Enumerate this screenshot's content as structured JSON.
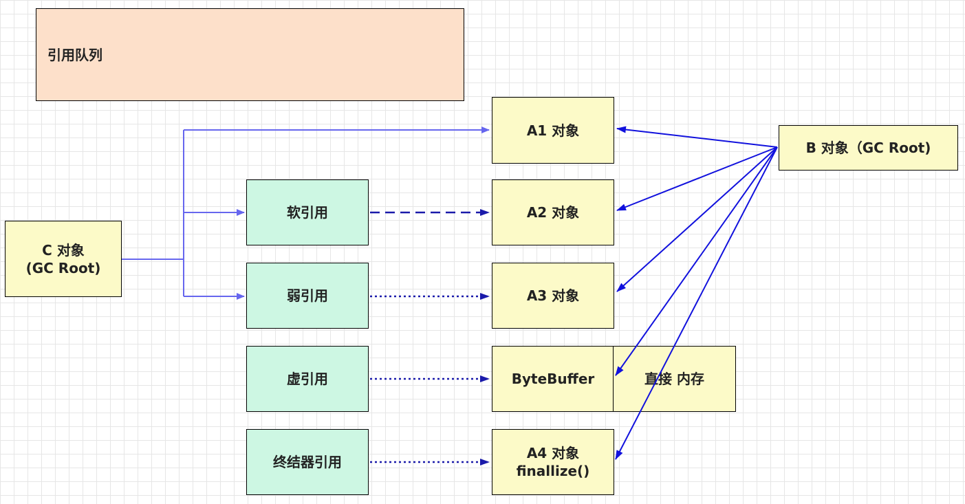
{
  "nodes": {
    "queue": "引用队列",
    "c_obj_line1": "C 对象",
    "c_obj_line2": "(GC Root)",
    "soft_ref": "软引用",
    "weak_ref": "弱引用",
    "phantom_ref": "虚引用",
    "final_ref": "终结器引用",
    "a1": "A1 对象",
    "a2": "A2 对象",
    "a3": "A3 对象",
    "bytebuffer": "ByteBuffer",
    "direct_memory": "直接 内存",
    "a4_line1": "A4 对象",
    "a4_line2": "finallize()",
    "b_obj": "B 对象（GC Root)"
  },
  "colors": {
    "c_edges": "#6666ee",
    "b_edges": "#1111dd",
    "ref_edges": "#1a1aaa",
    "object_fill": "#fcfac8",
    "reference_fill": "#cdf7e3",
    "queue_fill": "#fde0ca"
  }
}
